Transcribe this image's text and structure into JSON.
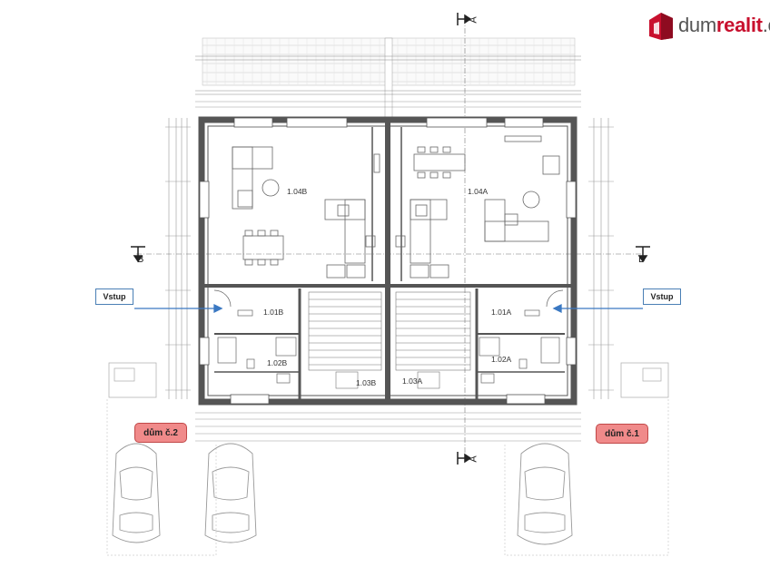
{
  "logo": {
    "prefix": "dum",
    "accent": "realit",
    "suffix": ".c"
  },
  "rooms": [
    "1.04B",
    "1.04A",
    "1.01B",
    "1.01A",
    "1.02B",
    "1.02A",
    "1.03B",
    "1.03A"
  ],
  "entrance_label": "Vstup",
  "houses": {
    "left": "dům č.2",
    "right": "dům č.1"
  },
  "section_marks": {
    "a": "A",
    "b": "B"
  },
  "colors": {
    "brand": "#c8102e",
    "wall": "#555555",
    "arrow": "#3a78c2",
    "house_label": "#f08a8a"
  }
}
